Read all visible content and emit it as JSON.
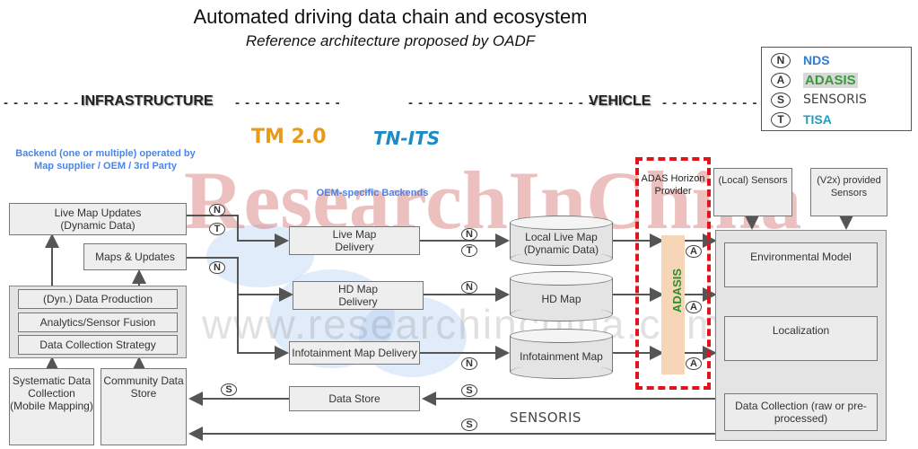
{
  "header": {
    "title": "Automated driving data chain and ecosystem",
    "subtitle": "Reference architecture proposed by OADF"
  },
  "sections": {
    "infrastructure": "INFRASTRUCTURE",
    "vehicle": "VEHICLE"
  },
  "logos": {
    "tm2": "TM 2.0",
    "tnits": "TN-ITS"
  },
  "labels": {
    "backend_note": "Backend (one or multiple) operated by Map supplier / OEM / 3rd Party",
    "oem_backends": "OEM-specific Backends"
  },
  "infra_boxes": {
    "live_map_updates": "Live Map Updates (Dynamic Data)",
    "maps_updates": "Maps & Updates",
    "dyn_data_production": "(Dyn.) Data Production",
    "analytics_fusion": "Analytics/Sensor Fusion",
    "data_collection_strategy": "Data Collection Strategy",
    "systematic_collection": "Systematic Data Collection (Mobile Mapping)",
    "community_store": "Community Data Store"
  },
  "delivery_boxes": {
    "live_map_delivery": "Live Map Delivery",
    "hd_map_delivery": "HD Map Delivery",
    "infotainment_delivery": "Infotainment Map Delivery",
    "data_store": "Data Store"
  },
  "databases": {
    "local_live_map": "Local Live Map (Dynamic Data)",
    "hd_map": "HD Map",
    "infotainment_map": "Infotainment Map"
  },
  "vehicle": {
    "adas_horizon_provider": "ADAS Horizon Provider",
    "local_sensors": "(Local) Sensors",
    "v2x_sensors": "(V2x) provided Sensors",
    "environmental_model": "Environmental Model",
    "localization": "Localization",
    "data_collection": "Data Collection (raw or pre-processed)"
  },
  "legend": {
    "items": [
      {
        "letter": "N",
        "name": "NDS",
        "color": "#2a7fd4"
      },
      {
        "letter": "A",
        "name": "ADASIS",
        "color": "#3a9a3a"
      },
      {
        "letter": "S",
        "name": "SENSORIS",
        "color": "#444444"
      },
      {
        "letter": "T",
        "name": "TISA",
        "color": "#1f9fbf"
      }
    ]
  },
  "bottom": {
    "sensoris_label": "SENSORIS"
  },
  "watermark": {
    "brand": "ResearchInChina",
    "url": "www.researchinchina.com"
  },
  "badges": {
    "n": "N",
    "t": "T",
    "a": "A",
    "s": "S"
  }
}
